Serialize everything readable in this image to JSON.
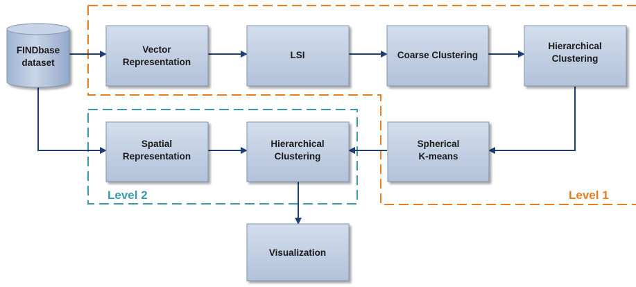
{
  "colors": {
    "box_fill_top": "#cfdaeb",
    "box_fill_bottom": "#b3c3db",
    "box_border": "#7f93b3",
    "arrow": "#1f3f73",
    "level1": "#e87d1e",
    "level2": "#3a9aa8"
  },
  "nodes": {
    "findbase": {
      "line1": "FINDbase",
      "line2": "dataset"
    },
    "vector_representation": {
      "line1": "Vector",
      "line2": "Representation"
    },
    "lsi": {
      "line1": "LSI"
    },
    "coarse_clustering": {
      "line1": "Coarse Clustering"
    },
    "hierarchical_clustering_l1": {
      "line1": "Hierarchical",
      "line2": "Clustering"
    },
    "spherical_kmeans": {
      "line1": "Spherical",
      "line2": "K-means"
    },
    "spatial_representation": {
      "line1": "Spatial",
      "line2": "Representation"
    },
    "hierarchical_clustering_l2": {
      "line1": "Hierarchical",
      "line2": "Clustering"
    },
    "visualization": {
      "line1": "Visualization"
    }
  },
  "regions": {
    "level1": {
      "label": "Level 1"
    },
    "level2": {
      "label": "Level 2"
    }
  }
}
